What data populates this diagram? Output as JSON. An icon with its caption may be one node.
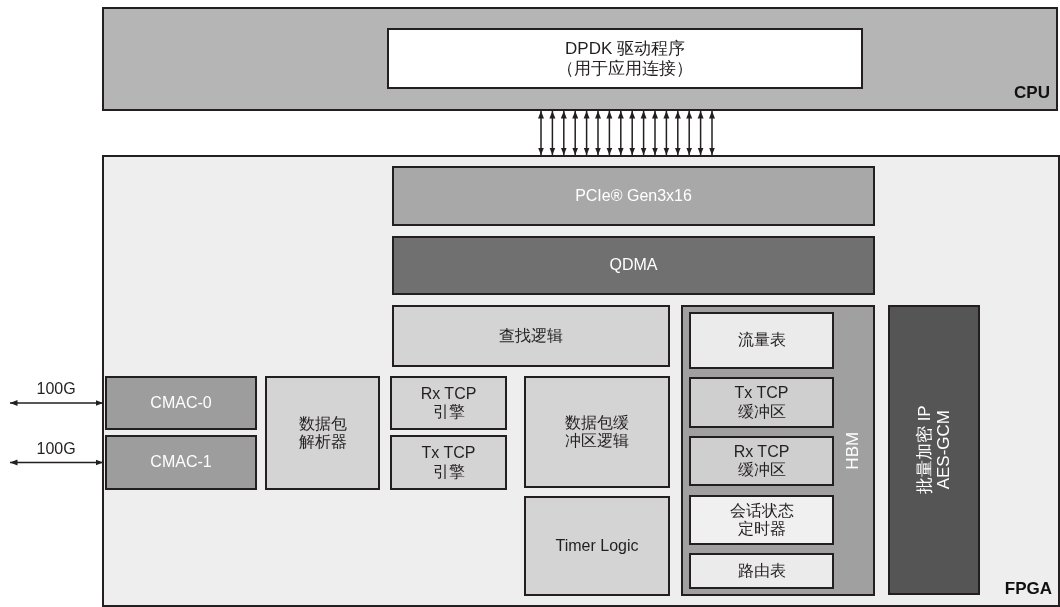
{
  "diagram": {
    "nodes": [
      {
        "text": [
          "CPU"
        ]
      },
      {
        "text": [
          "DPDK  驱动程序",
          "（用于应用连接）"
        ],
        "in": 0
      },
      {
        "text": [
          "FPGA"
        ]
      },
      {
        "text": [
          "PCIe® Gen3x16"
        ],
        "in": 2
      },
      {
        "text": [
          "QDMA"
        ],
        "in": 2
      },
      {
        "text": [
          "查找逻辑"
        ],
        "in": 2
      },
      {
        "text": [
          "HBM"
        ],
        "in": 2
      },
      {
        "text": [
          "流量表"
        ],
        "in": 6
      },
      {
        "text": [
          "批量加密 IP",
          "AES-GCM"
        ],
        "in": 2
      },
      {
        "text": [
          "CMAC-0"
        ],
        "in": 2
      },
      {
        "text": [
          "数据包解析器"
        ],
        "in": 2
      },
      {
        "text": [
          "Rx TCP 引擎"
        ],
        "in": 2
      },
      {
        "text": [
          "数据包缓冲区逻辑"
        ],
        "in": 2
      },
      {
        "text": [
          "Tx TCP 缓冲区"
        ],
        "in": 6
      },
      {
        "text": [
          "CMAC-1"
        ],
        "in": 2
      },
      {
        "text": [
          "Tx TCP 引擎"
        ],
        "in": 2
      },
      {
        "text": [
          "Rx TCP 缓冲区"
        ],
        "in": 6
      },
      {
        "text": [
          "会话状态定时器"
        ],
        "in": 6
      },
      {
        "text": [
          "Timer Logic"
        ],
        "in": 2
      },
      {
        "text": [
          "路由表"
        ],
        "in": 6
      }
    ],
    "edges": [
      {
        "from": 0,
        "to": 2,
        "arrow": "both"
      },
      {
        "from": 0,
        "to": 2,
        "arrow": "both"
      },
      {
        "from": 0,
        "to": 2,
        "arrow": "both"
      },
      {
        "from": 0,
        "to": 2,
        "arrow": "both"
      },
      {
        "from": 0,
        "to": 2,
        "arrow": "both"
      },
      {
        "from": 0,
        "to": 2,
        "arrow": "both"
      },
      {
        "from": 0,
        "to": 2,
        "arrow": "both"
      },
      {
        "from": 0,
        "to": 2,
        "arrow": "both"
      },
      {
        "from": 0,
        "to": 2,
        "arrow": "both"
      },
      {
        "from": 0,
        "to": 2,
        "arrow": "both"
      },
      {
        "from": 0,
        "to": 2,
        "arrow": "both"
      },
      {
        "from": 0,
        "to": 2,
        "arrow": "both"
      },
      {
        "from": 0,
        "to": 2,
        "arrow": "both"
      },
      {
        "from": 0,
        "to": 2,
        "arrow": "both"
      },
      {
        "from": 0,
        "to": 2,
        "arrow": "both"
      },
      {
        "from": 0,
        "to": 2,
        "arrow": "both"
      },
      {
        "from": null,
        "to": 9,
        "arrow": "both",
        "label": "100G"
      },
      {
        "from": null,
        "to": 14,
        "arrow": "both",
        "label": "100G"
      }
    ]
  }
}
